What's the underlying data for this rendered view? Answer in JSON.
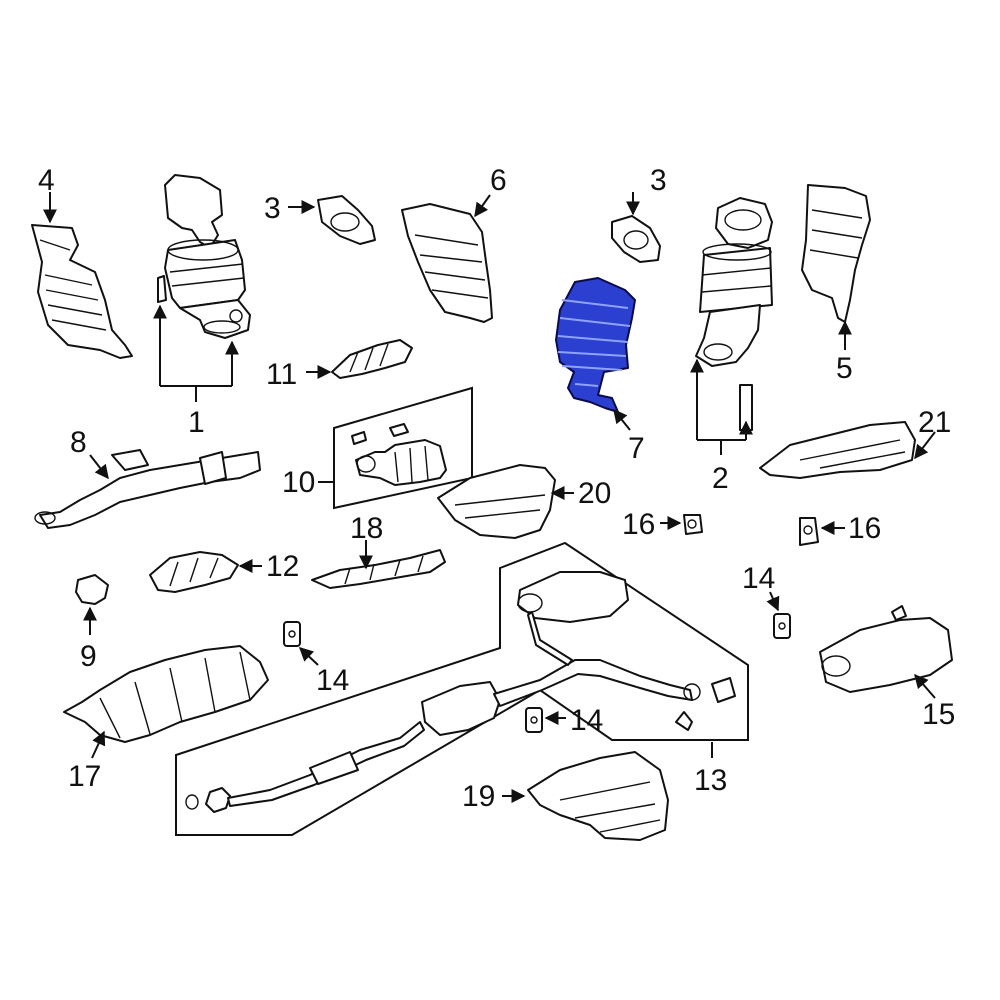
{
  "diagram": {
    "highlight_color": "#2b3fd0",
    "callouts": {
      "c1": "1",
      "c2": "2",
      "c3a": "3",
      "c3b": "3",
      "c4": "4",
      "c5": "5",
      "c6": "6",
      "c7": "7",
      "c8": "8",
      "c9": "9",
      "c10": "10",
      "c11": "11",
      "c12": "12",
      "c13": "13",
      "c14a": "14",
      "c14b": "14",
      "c14c": "14",
      "c15": "15",
      "c16a": "16",
      "c16b": "16",
      "c17": "17",
      "c18": "18",
      "c19": "19",
      "c20": "20",
      "c21": "21"
    }
  }
}
